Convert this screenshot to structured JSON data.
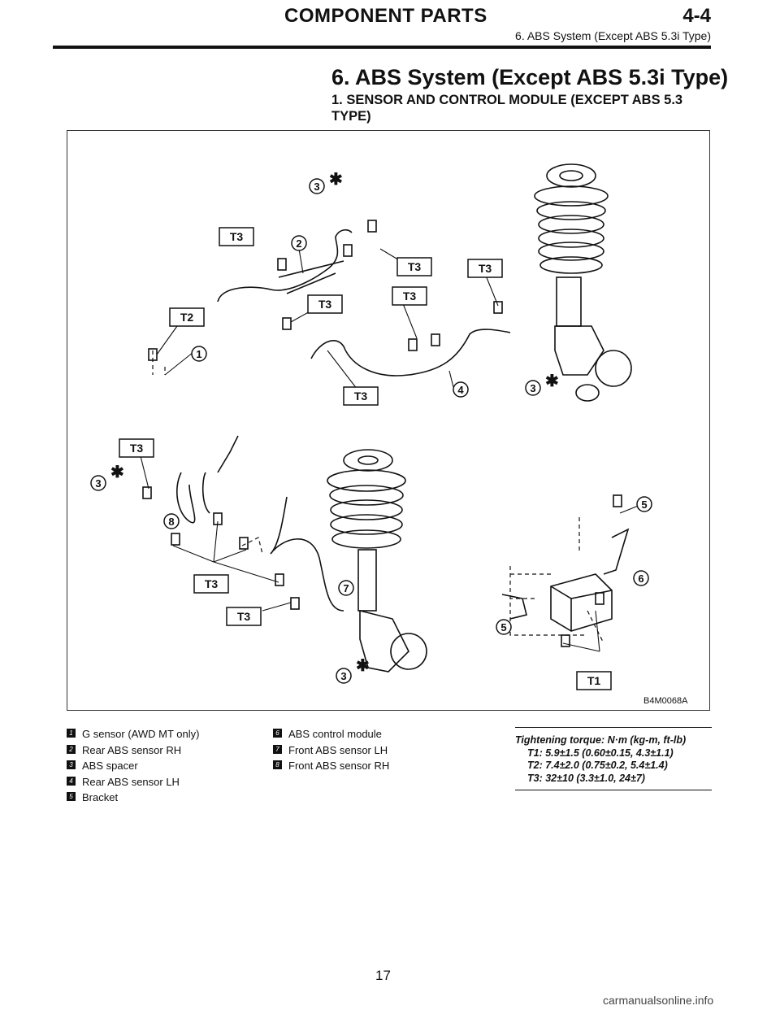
{
  "header": {
    "section_title": "COMPONENT PARTS",
    "section_code": "4-4",
    "subtitle": "6. ABS System (Except ABS 5.3i Type)"
  },
  "title": "6. ABS System (Except ABS 5.3i Type)",
  "subsection_title": "1. SENSOR AND CONTROL MODULE (EXCEPT ABS 5.3 TYPE)",
  "figure": {
    "id": "B4M0068A",
    "callouts": [
      "1",
      "2",
      "3",
      "4",
      "5",
      "6",
      "7",
      "8"
    ],
    "torque_tags": [
      "T1",
      "T2",
      "T3"
    ],
    "asterisk": "✱"
  },
  "legend": [
    {
      "num": "1",
      "label": "G sensor (AWD MT only)"
    },
    {
      "num": "2",
      "label": "Rear ABS sensor RH"
    },
    {
      "num": "3",
      "label": "ABS spacer"
    },
    {
      "num": "4",
      "label": "Rear ABS sensor LH"
    },
    {
      "num": "5",
      "label": "Bracket"
    },
    {
      "num": "6",
      "label": "ABS control module"
    },
    {
      "num": "7",
      "label": "Front ABS sensor LH"
    },
    {
      "num": "8",
      "label": "Front ABS sensor RH"
    }
  ],
  "torque": {
    "heading": "Tightening torque: N·m (kg-m, ft-lb)",
    "values": [
      "T1: 5.9±1.5 (0.60±0.15, 4.3±1.1)",
      "T2: 7.4±2.0 (0.75±0.2, 5.4±1.4)",
      "T3: 32±10 (3.3±1.0, 24±7)"
    ]
  },
  "page_number": "17",
  "watermark": "carmanualsonline.info"
}
